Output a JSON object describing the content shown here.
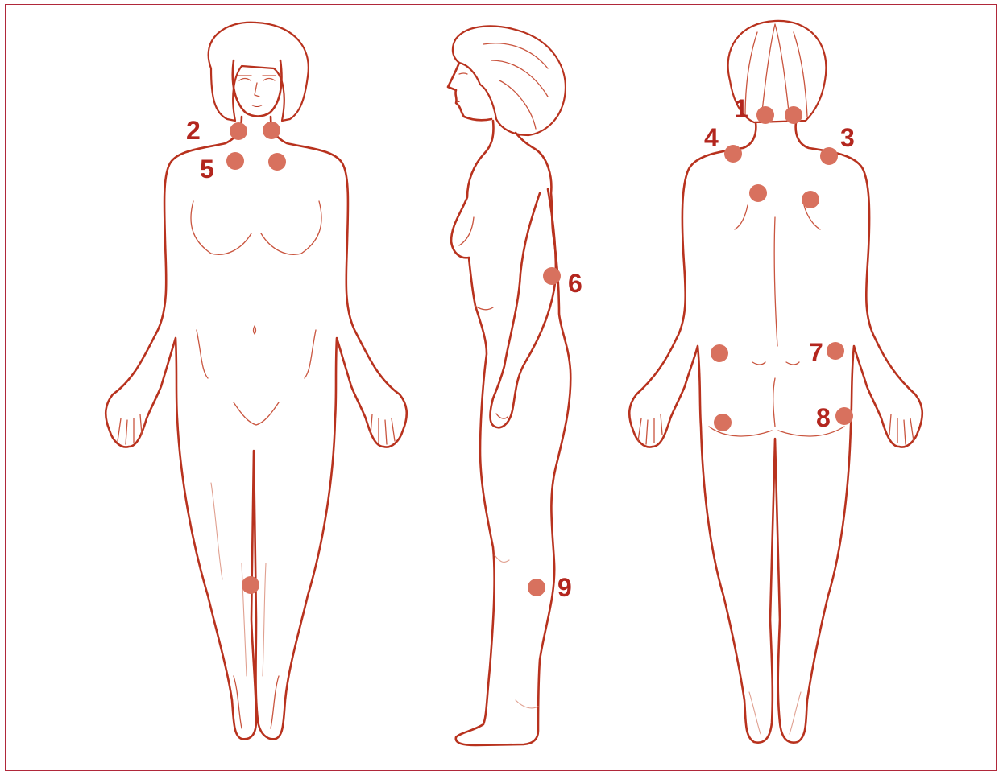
{
  "diagram": {
    "colors": {
      "outline": "#b8321e",
      "point": "#d8715e",
      "number": "#b3261e",
      "frame": "#b0283a"
    },
    "labels": [
      "1",
      "2",
      "3",
      "4",
      "5",
      "6",
      "7",
      "8",
      "9"
    ]
  }
}
